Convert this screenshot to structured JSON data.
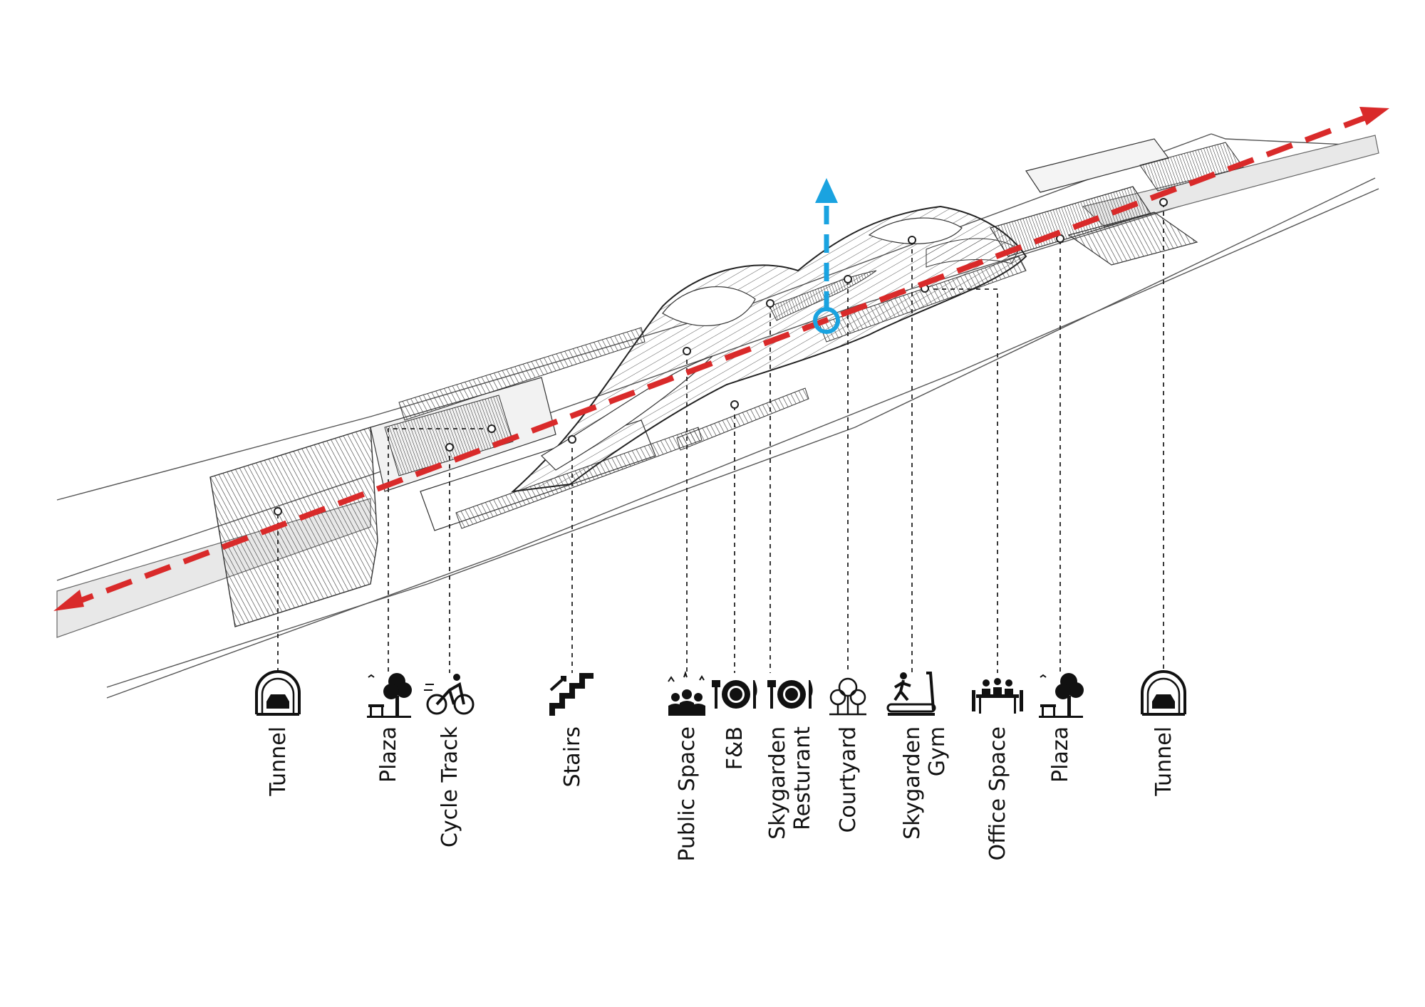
{
  "colors": {
    "route": "#d92a2a",
    "vertical": "#1aa3e0",
    "ink": "#111111",
    "road": "#e8e8e8"
  },
  "labels": [
    {
      "id": "tunnel-left",
      "text": "Tunnel",
      "icon": "tunnel-car-icon"
    },
    {
      "id": "plaza-left",
      "text": "Plaza",
      "icon": "plaza-tree-icon"
    },
    {
      "id": "cycle-track",
      "text": "Cycle Track",
      "icon": "cyclist-icon"
    },
    {
      "id": "stairs",
      "text": "Stairs",
      "icon": "stairs-icon"
    },
    {
      "id": "public-space",
      "text": "Public Space",
      "icon": "crowd-icon"
    },
    {
      "id": "fnb",
      "text": "F&B",
      "icon": "plate-cutlery-icon"
    },
    {
      "id": "skygarden-resturant",
      "lines": [
        "Skygarden",
        "Resturant"
      ],
      "icon": "plate-cutlery-icon"
    },
    {
      "id": "courtyard",
      "text": "Courtyard",
      "icon": "trees-icon"
    },
    {
      "id": "skygarden-gym",
      "lines": [
        "Skygarden",
        "Gym"
      ],
      "icon": "treadmill-icon"
    },
    {
      "id": "office-space",
      "text": "Office Space",
      "icon": "meeting-table-icon"
    },
    {
      "id": "plaza-right",
      "text": "Plaza",
      "icon": "plaza-tree-icon"
    },
    {
      "id": "tunnel-right",
      "text": "Tunnel",
      "icon": "tunnel-car-icon"
    }
  ]
}
